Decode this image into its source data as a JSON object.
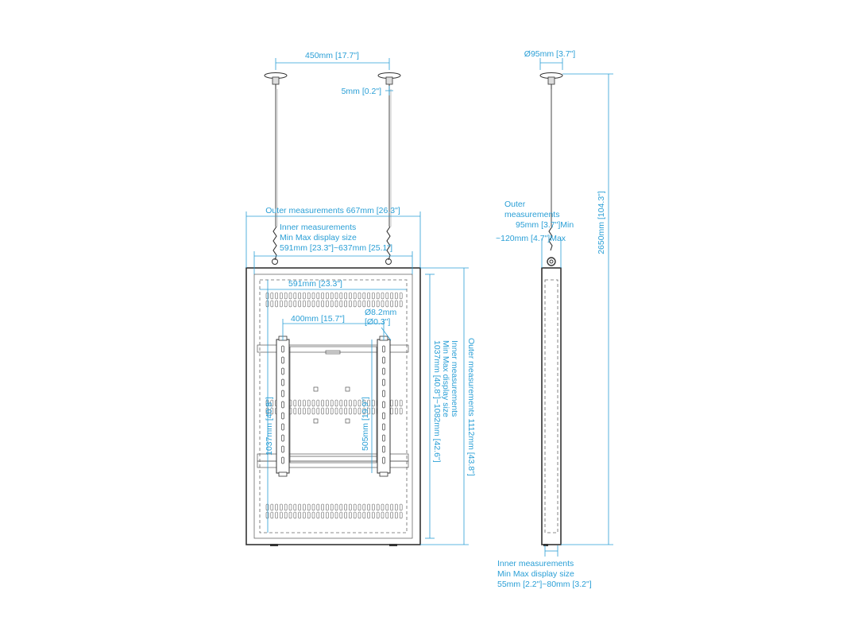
{
  "front": {
    "ceiling_spacing": "450mm [17.7\"]",
    "cable_offset": "5mm [0.2\"]",
    "outer_width": "Outer measurements 667mm [26.3\"]",
    "inner_title": "Inner measurements",
    "inner_subtitle": "Min Max display size",
    "inner_range": "591mm [23.3\"]~637mm [25.1\"]",
    "inner_width": "591mm [23.3\"]",
    "vesa_width": "400mm [15.7\"]",
    "hole_diameter_mm": "Ø8.2mm",
    "hole_diameter_in": "[Ø0.3\"]",
    "inner_height_left": "1037mm [40.8\"]",
    "vesa_height": "505mm [19.9\"]",
    "inner_height_title": "Inner measurements",
    "inner_height_subtitle": "Min Max display size",
    "inner_height_range": "1037mm [40.8\"]~1082mm [42.6\"]",
    "outer_height": "Outer measurements 1112mm [43.8\"]"
  },
  "side": {
    "mount_diameter": "Ø95mm [3.7\"]",
    "total_height": "2650mm [104.3\"]",
    "outer_line1": "Outer",
    "outer_line2": "measurements",
    "outer_line3": "95mm [3.7\"]Min",
    "outer_line4": "~120mm [4.7\"]Max",
    "inner_title": "Inner measurements",
    "inner_subtitle": "Min Max display size",
    "inner_range": "55mm [2.2\"]~80mm [3.2\"]"
  },
  "colors": {
    "dimension": "#2a9fd6",
    "outline": "#333333"
  }
}
